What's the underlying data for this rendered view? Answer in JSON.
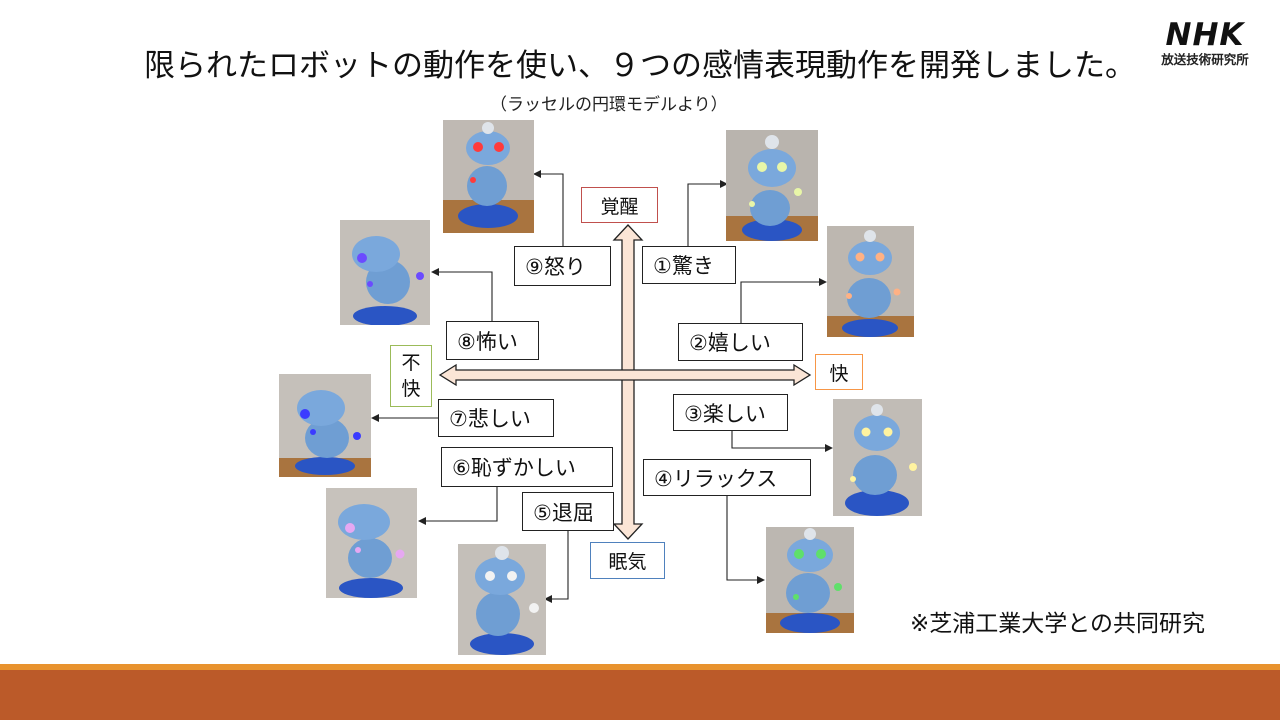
{
  "title": "限られたロボットの動作を使い、９つの感情表現動作を開発しました。",
  "subtitle": "（ラッセルの円環モデルより）",
  "logo": {
    "main": "NHK",
    "sub": "放送技術研究所"
  },
  "axes": {
    "top": "覚醒",
    "bottom": "眠気",
    "right": "快",
    "left_line1": "不",
    "left_line2": "快"
  },
  "emotions": [
    {
      "label": "①驚き",
      "eye_color": "#e8f6a8"
    },
    {
      "label": "②嬉しい",
      "eye_color": "#ffb184"
    },
    {
      "label": "③楽しい",
      "eye_color": "#fff3a0"
    },
    {
      "label": "④リラックス",
      "eye_color": "#5fe06a"
    },
    {
      "label": "⑤退屈",
      "eye_color": "#f2f2f2"
    },
    {
      "label": "⑥恥ずかしい",
      "eye_color": "#e6a8f2"
    },
    {
      "label": "⑦悲しい",
      "eye_color": "#3b3bff"
    },
    {
      "label": "⑧怖い",
      "eye_color": "#6b4bff"
    },
    {
      "label": "⑨怒り",
      "eye_color": "#ff3b3b"
    }
  ],
  "colors": {
    "axis_top": "#c0504d",
    "axis_bottom": "#4f81bd",
    "axis_right": "#f79646",
    "axis_left": "#9bbb59",
    "arrow_fill": "#fbe5d6",
    "footer": "#bb5a29",
    "footer_line": "#e8922e"
  },
  "note": "※芝浦工業大学との共同研究"
}
